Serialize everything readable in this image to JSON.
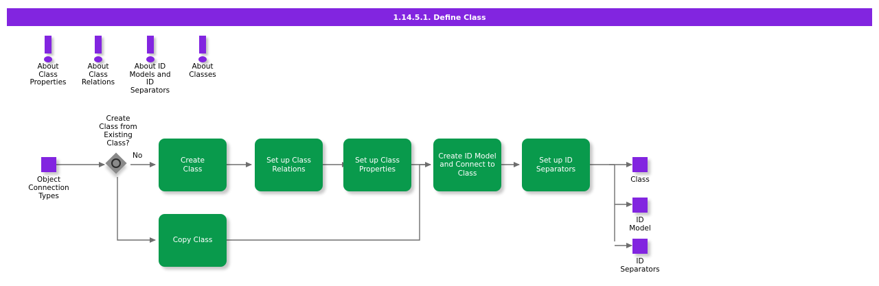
{
  "header": {
    "title": "1.14.5.1. Define Class",
    "background_color": "#8225e0",
    "text_color": "#ffffff"
  },
  "colors": {
    "accent_purple": "#8225e0",
    "process_green": "#099a4c",
    "decision_gray": "#8a8a8a",
    "edge_gray": "#6e6e6e",
    "text_black": "#000000",
    "canvas_white": "#ffffff"
  },
  "notes": [
    {
      "icon": "exclamation-icon",
      "label": "About\nClass\nProperties"
    },
    {
      "icon": "exclamation-icon",
      "label": "About\nClass\nRelations"
    },
    {
      "icon": "exclamation-icon",
      "label": "About ID\nModels and\nID\nSeparators"
    },
    {
      "icon": "exclamation-icon",
      "label": "About\nClasses"
    }
  ],
  "start_node": {
    "label": "Object\nConnection\nTypes",
    "shape": "purple-square"
  },
  "decision": {
    "question": "Create\nClass from\nExisting\nClass?",
    "branch_no_label": "No",
    "shape": "diamond"
  },
  "processes": [
    {
      "id": "create-class",
      "label": "Create\nClass"
    },
    {
      "id": "set-up-class-relations",
      "label": "Set up Class\nRelations"
    },
    {
      "id": "set-up-class-properties",
      "label": "Set up Class\nProperties"
    },
    {
      "id": "create-id-model-and-connect-to-class",
      "label": "Create ID Model\nand Connect to\nClass"
    },
    {
      "id": "set-up-id-separators",
      "label": "Set up ID\nSeparators"
    },
    {
      "id": "copy-class",
      "label": "Copy Class"
    }
  ],
  "outputs": [
    {
      "id": "class",
      "label": "Class",
      "shape": "purple-square"
    },
    {
      "id": "id-model",
      "label": "ID Model",
      "shape": "purple-square"
    },
    {
      "id": "id-separators",
      "label": "ID\nSeparators",
      "shape": "purple-square"
    }
  ]
}
